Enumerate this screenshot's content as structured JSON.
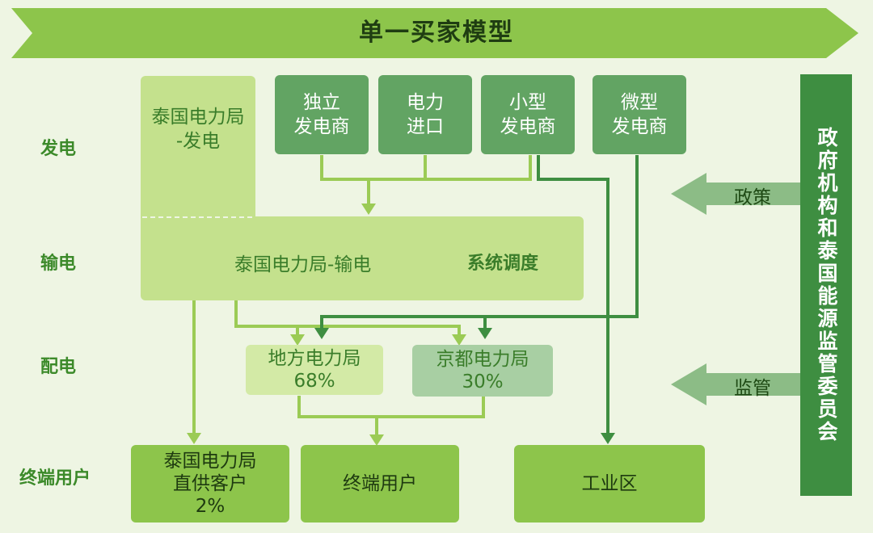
{
  "title": "单一买家模型",
  "rows": [
    "发电",
    "输电",
    "配电",
    "终端用户"
  ],
  "generation": {
    "egat_gen": [
      "泰国电力局",
      "-发电"
    ],
    "ipp": [
      "独立",
      "发电商"
    ],
    "import": [
      "电力",
      "进口"
    ],
    "spp": [
      "小型",
      "发电商"
    ],
    "vspp": [
      "微型",
      "发电商"
    ]
  },
  "transmission": {
    "egat_trans": "泰国电力局-输电",
    "dispatch": "系统调度"
  },
  "distribution": {
    "pea": [
      "地方电力局",
      "68%"
    ],
    "mea": [
      "京都电力局",
      "30%"
    ]
  },
  "end_users": {
    "direct": [
      "泰国电力局",
      "直供客户",
      "2%"
    ],
    "users": "终端用户",
    "industrial": "工业区"
  },
  "regulator": {
    "name": "政府机构和泰国能源监管委员会",
    "policy": "政策",
    "supervision": "监管"
  },
  "colors": {
    "background": "#eef5e3",
    "banner": "#8dc54b",
    "dark_box": "#62a463",
    "light_box": "#c4e18d",
    "regulator": "#3e8e41",
    "arrow_light": "#9bcb55",
    "arrow_dark": "#3e8e41"
  }
}
